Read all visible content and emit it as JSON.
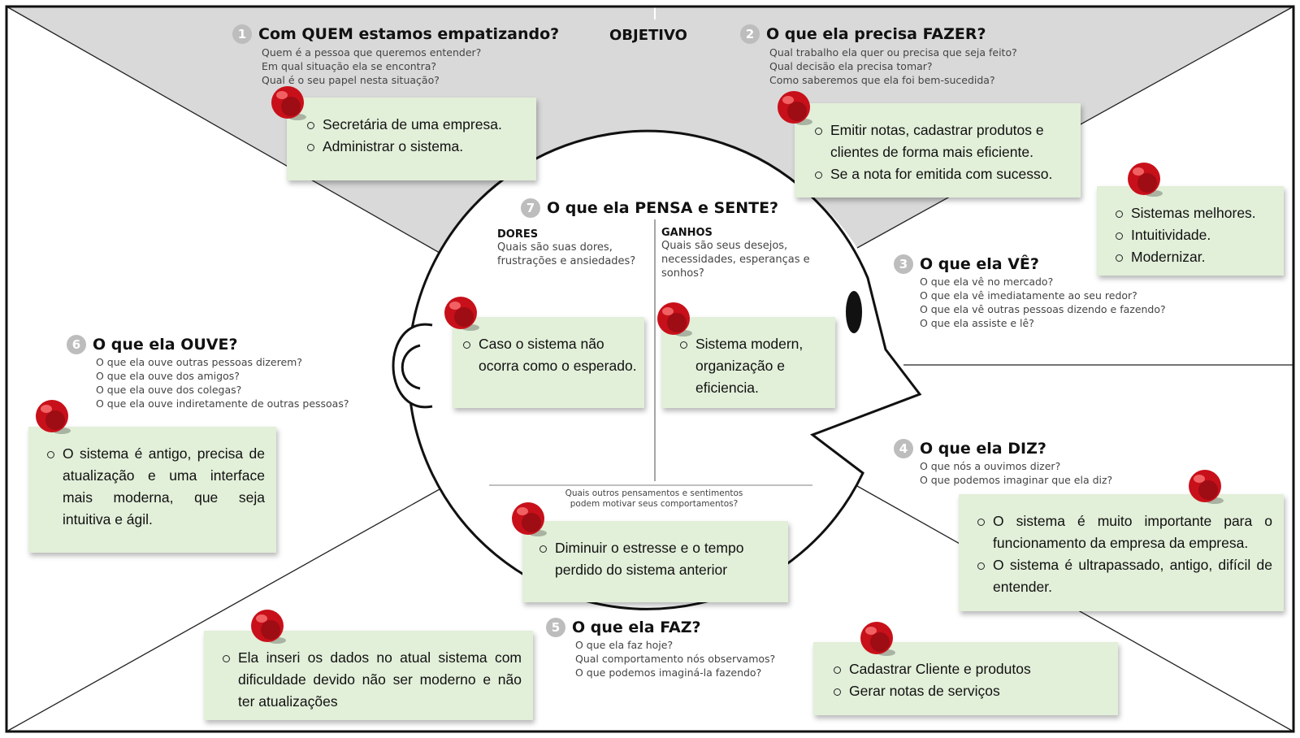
{
  "objective_label": "OBJETIVO",
  "sections": {
    "who": {
      "number": "1",
      "title": "Com QUEM estamos empatizando?",
      "questions": [
        "Quem é a pessoa que queremos entender?",
        "Em qual situação ela se encontra?",
        "Qual é o seu papel nesta situação?"
      ],
      "note": [
        "Secretária de uma empresa.",
        "Administrar o sistema."
      ]
    },
    "do": {
      "number": "2",
      "title": "O que ela precisa FAZER?",
      "questions": [
        "Qual trabalho ela quer ou precisa que seja feito?",
        "Qual decisão ela precisa tomar?",
        "Como saberemos que ela foi bem-sucedida?"
      ],
      "note": [
        "Emitir notas, cadastrar produtos e clientes de forma mais eficiente.",
        "Se a nota for emitida com sucesso."
      ]
    },
    "sees": {
      "number": "3",
      "title": "O que ela VÊ?",
      "questions": [
        "O que ela vê no mercado?",
        "O que ela vê imediatamente ao seu redor?",
        "O que ela vê outras pessoas dizendo e fazendo?",
        "O que ela assiste e lê?"
      ],
      "note": [
        "Sistemas melhores.",
        "Intuitividade.",
        "Modernizar."
      ]
    },
    "says": {
      "number": "4",
      "title": "O que ela DIZ?",
      "questions": [
        "O que nós a ouvimos dizer?",
        "O que podemos imaginar que ela diz?"
      ],
      "note": [
        "O sistema é muito importante para o funcionamento da empresa da empresa.",
        "O sistema é ultrapassado, antigo, difícil de entender."
      ]
    },
    "does": {
      "number": "5",
      "title": "O que ela FAZ?",
      "questions": [
        "O que ela faz hoje?",
        "Qual comportamento nós observamos?",
        "O que podemos imaginá-la fazendo?"
      ],
      "note_left": [
        "Ela inseri os dados no atual sistema com dificuldade devido não ser moderno e não ter atualizações"
      ],
      "note_right": [
        "Cadastrar Cliente e produtos",
        "Gerar notas de serviços"
      ]
    },
    "hears": {
      "number": "6",
      "title": "O que ela OUVE?",
      "questions": [
        "O que ela ouve outras pessoas dizerem?",
        "O que ela ouve dos amigos?",
        "O que ela ouve dos colegas?",
        "O que ela ouve indiretamente de outras pessoas?"
      ],
      "note": [
        "O sistema é antigo, precisa de atualização e uma interface mais moderna, que seja intuitiva e ágil."
      ]
    },
    "thinks": {
      "number": "7",
      "title": "O que ela PENSA e SENTE?",
      "pains": {
        "heading": "DORES",
        "question": "Quais são suas dores, frustrações e ansiedades?",
        "note": [
          "Caso o sistema não ocorra como o esperado."
        ]
      },
      "gains": {
        "heading": "GANHOS",
        "question": "Quais são seus desejos, necessidades, esperanças e sonhos?",
        "note": [
          "Sistema modern, organização e eficiencia."
        ]
      },
      "other_question": "Quais outros pensamentos e sentimentos podem motivar seus comportamentos?",
      "other_note": [
        "Diminuir o estresse e o tempo perdido do sistema anterior"
      ]
    }
  },
  "colors": {
    "note_bg": "#e2efd9",
    "top_band": "#d9d9d9",
    "pin_red": "#c8101a",
    "number_badge": "#bdbdbd"
  },
  "icons": [
    "pushpin-icon",
    "ear-icon",
    "eye-icon"
  ]
}
